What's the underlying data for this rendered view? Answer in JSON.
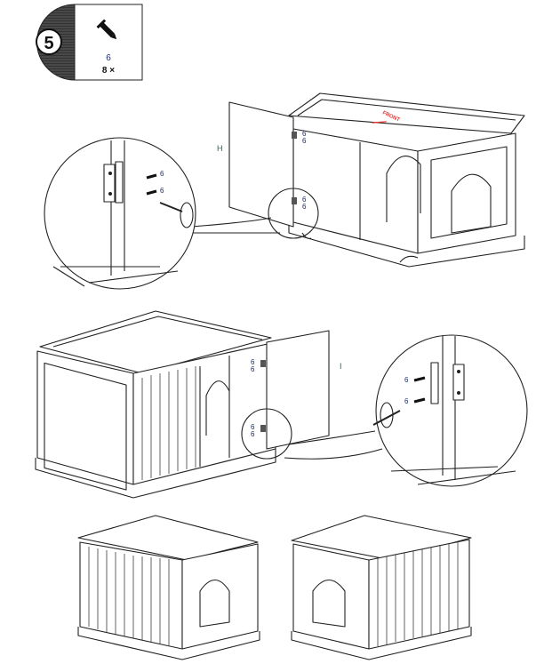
{
  "step": {
    "number": "5"
  },
  "part": {
    "id": "6",
    "quantity": "8 ×",
    "icon": "screw-icon"
  },
  "panels": {
    "top_label": "H",
    "middle_label": "I"
  },
  "screw_labels": {
    "label": "6"
  },
  "orientation": {
    "front_label": "FRONT",
    "color": "#e83030"
  }
}
